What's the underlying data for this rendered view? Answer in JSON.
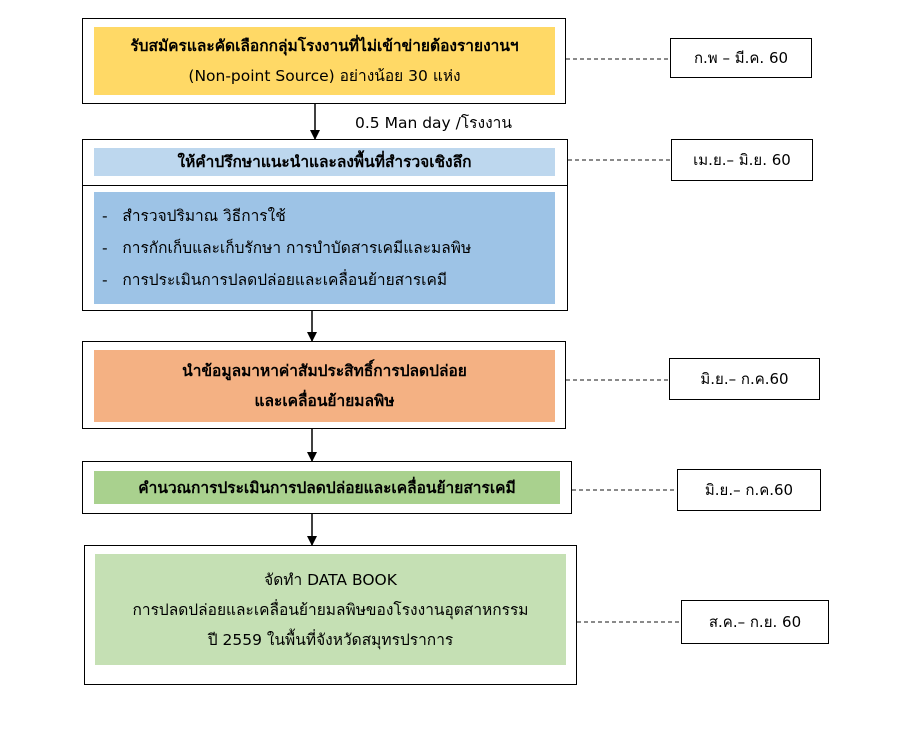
{
  "steps": [
    {
      "lines": [
        "รับสมัครและคัดเลือกกลุ่มโรงงานที่ไม่เข้าข่ายต้องรายงานฯ",
        "(Non-point Source) อย่างน้อย 30 แห่ง"
      ],
      "date": "ก.พ – มี.ค. 60",
      "color": "#ffd966"
    },
    {
      "header": "ให้คำปรึกษาแนะนำและลงพื้นที่สำรวจเชิงลึก",
      "bullets": [
        "สำรวจปริมาณ วิธีการใช้",
        "การกักเก็บและเก็บรักษา การบำบัดสารเคมีและมลพิษ",
        "การประเมินการปลดปล่อยและเคลื่อนย้ายสารเคมี"
      ],
      "date": "เม.ย.– มิ.ย. 60",
      "color": "#9dc3e6",
      "header_color": "#bdd7ee"
    },
    {
      "lines": [
        "นำข้อมูลมาหาค่าสัมประสิทธิ์การปลดปล่อย",
        "และเคลื่อนย้ายมลพิษ"
      ],
      "date": "มิ.ย.– ก.ค.60",
      "color": "#f4b183"
    },
    {
      "lines": [
        "คำนวณการประเมินการปลดปล่อยและเคลื่อนย้ายสารเคมี"
      ],
      "date": "มิ.ย.– ก.ค.60",
      "color": "#a9d18e"
    },
    {
      "lines": [
        "จัดทำ DATA BOOK",
        "การปลดปล่อยและเคลื่อนย้ายมลพิษของโรงงานอุตสาหกรรม",
        "ปี 2559 ในพื้นที่จังหวัดสมุทรปราการ"
      ],
      "date": "ส.ค.– ก.ย. 60",
      "color": "#c5e0b4"
    }
  ],
  "man_day_note": "0.5 Man day /โรงงาน"
}
